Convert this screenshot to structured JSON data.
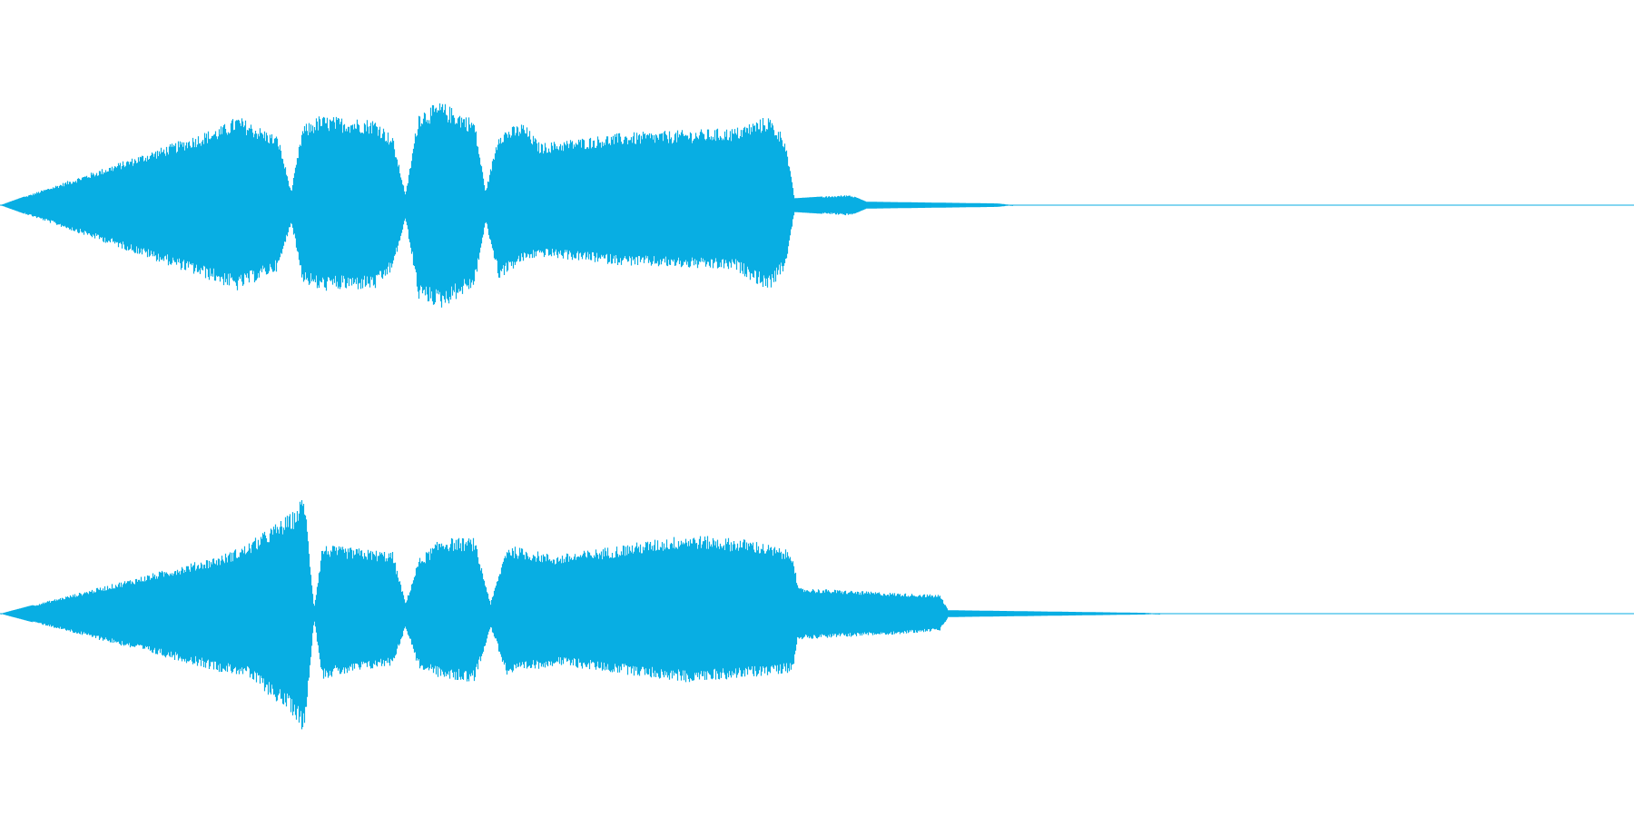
{
  "waveform": {
    "color": "#08aee3",
    "baseline_color": "#08aee3",
    "background": "#ffffff",
    "channels": [
      {
        "name": "",
        "envelope": [
          [
            0.0,
            0.0,
            0.0
          ],
          [
            0.135,
            0.46,
            0.46
          ],
          [
            0.145,
            0.52,
            0.5
          ],
          [
            0.17,
            0.4,
            0.38
          ],
          [
            0.178,
            0.08,
            0.1
          ],
          [
            0.185,
            0.46,
            0.45
          ],
          [
            0.195,
            0.52,
            0.5
          ],
          [
            0.23,
            0.5,
            0.49
          ],
          [
            0.24,
            0.4,
            0.38
          ],
          [
            0.248,
            0.06,
            0.08
          ],
          [
            0.256,
            0.55,
            0.55
          ],
          [
            0.27,
            0.6,
            0.6
          ],
          [
            0.29,
            0.5,
            0.48
          ],
          [
            0.297,
            0.08,
            0.1
          ],
          [
            0.305,
            0.43,
            0.43
          ],
          [
            0.32,
            0.48,
            0.33
          ],
          [
            0.33,
            0.36,
            0.3
          ],
          [
            0.38,
            0.42,
            0.35
          ],
          [
            0.45,
            0.45,
            0.38
          ],
          [
            0.47,
            0.52,
            0.5
          ],
          [
            0.48,
            0.4,
            0.38
          ],
          [
            0.486,
            0.04,
            0.04
          ],
          [
            0.52,
            0.06,
            0.06
          ],
          [
            0.53,
            0.02,
            0.02
          ],
          [
            0.61,
            0.01,
            0.01
          ],
          [
            0.62,
            0.0,
            0.0
          ],
          [
            1.0,
            0.0,
            0.0
          ]
        ]
      },
      {
        "name": "",
        "envelope": [
          [
            0.0,
            0.0,
            0.0
          ],
          [
            0.135,
            0.34,
            0.34
          ],
          [
            0.15,
            0.4,
            0.36
          ],
          [
            0.18,
            0.6,
            0.6
          ],
          [
            0.186,
            0.7,
            0.7
          ],
          [
            0.192,
            0.03,
            0.03
          ],
          [
            0.197,
            0.4,
            0.38
          ],
          [
            0.24,
            0.36,
            0.3
          ],
          [
            0.248,
            0.06,
            0.08
          ],
          [
            0.256,
            0.32,
            0.32
          ],
          [
            0.27,
            0.44,
            0.38
          ],
          [
            0.29,
            0.44,
            0.4
          ],
          [
            0.3,
            0.06,
            0.08
          ],
          [
            0.31,
            0.4,
            0.36
          ],
          [
            0.34,
            0.34,
            0.3
          ],
          [
            0.42,
            0.46,
            0.4
          ],
          [
            0.46,
            0.43,
            0.37
          ],
          [
            0.485,
            0.36,
            0.34
          ],
          [
            0.488,
            0.15,
            0.15
          ],
          [
            0.55,
            0.12,
            0.12
          ],
          [
            0.575,
            0.11,
            0.1
          ],
          [
            0.58,
            0.02,
            0.02
          ],
          [
            0.7,
            0.005,
            0.005
          ],
          [
            0.71,
            0.0,
            0.0
          ],
          [
            1.0,
            0.0,
            0.0
          ]
        ]
      }
    ]
  }
}
